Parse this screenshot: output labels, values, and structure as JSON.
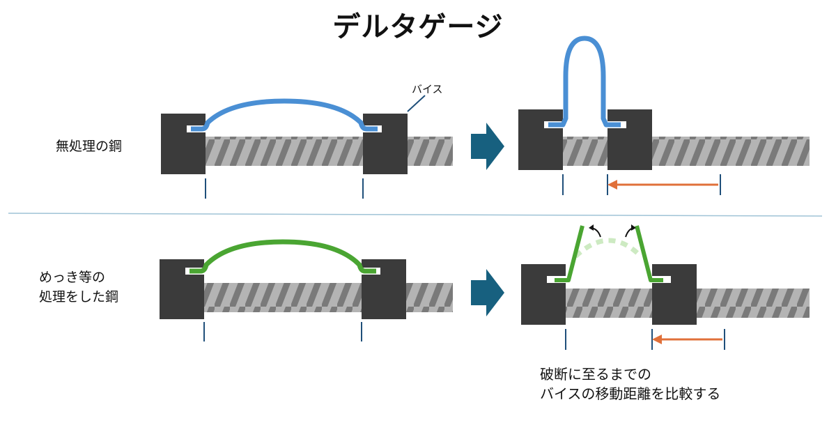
{
  "title": "デルタゲージ",
  "rows": [
    {
      "label_lines": [
        "無処理の鋼"
      ],
      "wire_color": "#4a8fd4"
    },
    {
      "label_lines": [
        "めっき等の",
        "処理をした鋼"
      ],
      "wire_color": "#4aa532"
    }
  ],
  "vise_label": "バイス",
  "caption_lines": [
    "破断に至るまでの",
    "バイスの移動距離を比較する"
  ],
  "colors": {
    "vise": "#3b3b3b",
    "screw_base": "#b4b4b4",
    "screw_thread": "#7a7a7a",
    "process_arrow": "#17607f",
    "distance_arrow": "#e0703a",
    "marker_line": "#1f4f7a",
    "divider": "#9fc3d6",
    "break_ghost": "#cdeac2"
  }
}
